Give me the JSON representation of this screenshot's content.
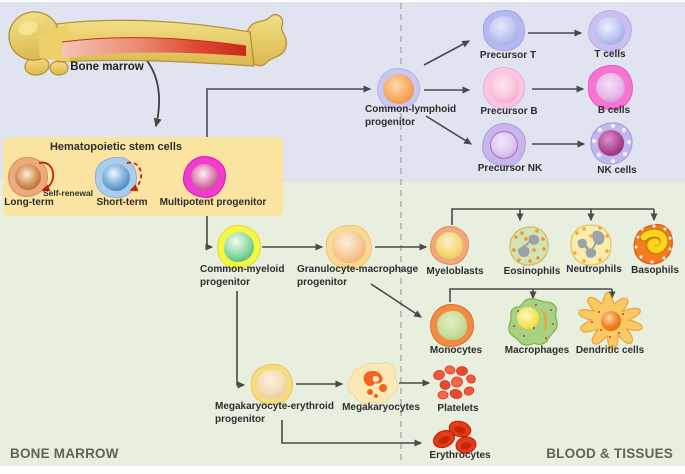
{
  "bone": {
    "label": "Bone marrow"
  },
  "hsc_box": {
    "title": "Hematopoietic stem cells",
    "self_renewal": "Self-renewal",
    "long_term": "Long-term",
    "short_term": "Short-term",
    "multipotent": "Multipotent progenitor"
  },
  "lymphoid": {
    "progenitor_line1": "Common-lymphoid",
    "progenitor_line2": "progenitor",
    "precursor_t": "Precursor T",
    "t_cells": "T cells",
    "precursor_b": "Precursor B",
    "b_cells": "B cells",
    "precursor_nk": "Precursor NK",
    "nk_cells": "NK cells"
  },
  "myeloid": {
    "cmp_line1": "Common-myeloid",
    "cmp_line2": "progenitor",
    "gmp_line1": "Granulocyte-macrophage",
    "gmp_line2": "progenitor",
    "myeloblasts": "Myeloblasts",
    "eosinophils": "Eosinophils",
    "neutrophils": "Neutrophils",
    "basophils": "Basophils",
    "monocytes": "Monocytes",
    "macrophages": "Macrophages",
    "dendritic_cells": "Dendritic cells"
  },
  "mega_erythroid": {
    "mep_line1": "Megakaryocyte-erythroid",
    "mep_line2": "progenitor",
    "megakaryocytes": "Megakaryocytes",
    "platelets": "Platelets",
    "erythrocytes": "Erythrocytes"
  },
  "regions": {
    "left": "BONE MARROW",
    "right": "BLOOD & TISSUES"
  },
  "colors": {
    "bg_top": "#e0e3f0",
    "bg_bottom": "#e9efdf",
    "hsc_box": "#fbe4a1",
    "arrow": "#4a4a4a",
    "self_renewal_red": "#c81e10",
    "divider": "#b0b3b2"
  }
}
